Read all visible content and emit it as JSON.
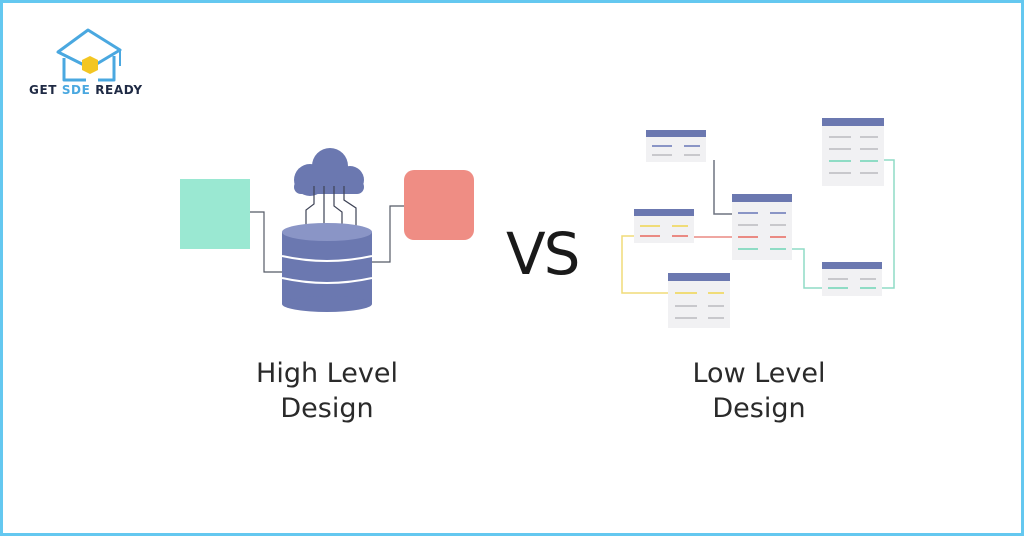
{
  "logo": {
    "text_part1": "GET ",
    "text_part2": "SDE",
    "text_part3": " READY",
    "icon": "house-graduation-cap-icon",
    "accent_color": "#4aa8e0"
  },
  "left": {
    "caption_line1": "High Level",
    "caption_line2": "Design",
    "left_box_color": "#9ae8d2",
    "right_box_color": "#ef8d84",
    "database_color": "#6b78b0",
    "cloud_color": "#6b78b0"
  },
  "vs_text": "VS",
  "right": {
    "caption_line1": "Low Level",
    "caption_line2": "Design",
    "table_header_color": "#6b78b0",
    "connector_colors": {
      "teal": "#8fdcc5",
      "red": "#ea8a83",
      "yellow": "#f0dc78",
      "gray": "#6e7480"
    }
  },
  "border_color": "#64c8f0"
}
